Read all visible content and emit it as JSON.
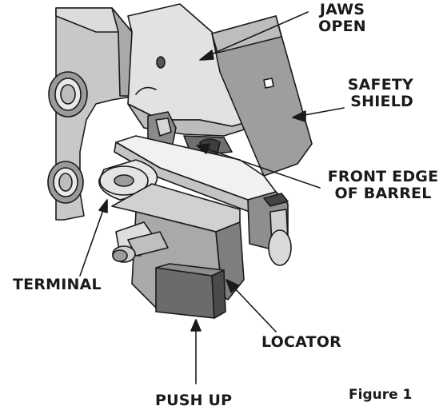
{
  "labels": {
    "jaws_open": [
      "JAWS",
      "OPEN"
    ],
    "safety_shield": [
      "SAFETY",
      "SHIELD"
    ],
    "front_edge_of_barrel": [
      "FRONT EDGE",
      "OF BARREL"
    ],
    "terminal": "TERMINAL",
    "locator": "LOCATOR",
    "push_up": "PUSH UP"
  },
  "caption": "Figure 1"
}
